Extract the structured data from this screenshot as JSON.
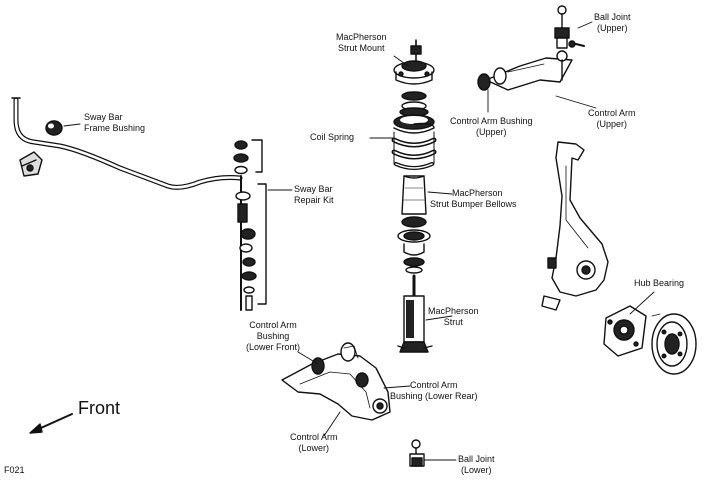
{
  "labels": {
    "sway_bar_frame_bushing": [
      "Sway Bar",
      "Frame Bushing"
    ],
    "macpherson_strut_mount": [
      "MacPherson",
      "Strut Mount"
    ],
    "ball_joint_upper": [
      "Ball Joint",
      "(Upper)"
    ],
    "coil_spring": [
      "Coil Spring"
    ],
    "control_arm_bushing_upper": [
      "Control Arm Bushing",
      "(Upper)"
    ],
    "control_arm_upper": [
      "Control Arm",
      "(Upper)"
    ],
    "sway_bar_repair_kit": [
      "Sway Bar",
      "Repair Kit"
    ],
    "macpherson_strut_bumper_bellows": [
      "MacPherson",
      "Strut Bumper Bellows"
    ],
    "hub_bearing": [
      "Hub Bearing"
    ],
    "macpherson_strut": [
      "MacPherson",
      "Strut"
    ],
    "control_arm_bushing_lower_front": [
      "Control Arm",
      "Bushing",
      "(Lower Front)"
    ],
    "control_arm_bushing_lower_rear": [
      "Control Arm",
      "Bushing (Lower Rear)"
    ],
    "control_arm_lower": [
      "Control Arm",
      "(Lower)"
    ],
    "ball_joint_lower": [
      "Ball Joint",
      "(Lower)"
    ]
  },
  "front_label": "Front",
  "figure_code": "F021"
}
